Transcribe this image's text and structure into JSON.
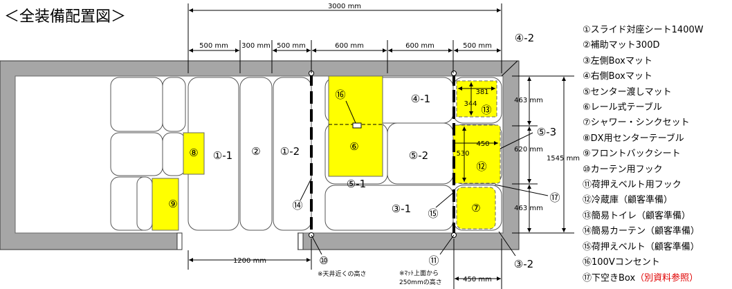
{
  "title": "＜全装備配置図＞",
  "dims": {
    "total": "3000 mm",
    "seg": [
      "500 mm",
      "300 mm",
      "500 mm",
      "600 mm",
      "600 mm",
      "500 mm"
    ],
    "right": [
      "463 mm",
      "620 mm",
      "463 mm"
    ],
    "height": "1545 mm",
    "door": "1200 mm",
    "right_width": "450 mm",
    "toilet_w": "381",
    "toilet_h": "344",
    "fridge_w": "450",
    "fridge_h": "530"
  },
  "labels": {
    "m1_1": "①-1",
    "m2": "②",
    "m1_2": "①-2",
    "m4_1": "④-1",
    "m5_2": "⑤-2",
    "m5_1": "⑤-1",
    "m3_1": "③-1",
    "m6": "⑥",
    "m16": "⑯",
    "m8": "⑧",
    "m9": "⑨",
    "m13": "⑬",
    "m12": "⑫",
    "m7": "⑦",
    "m14": "⑭",
    "m15": "⑮",
    "m4_2": "④-2",
    "m5_3": "⑤-3",
    "m17": "⑰",
    "m3_2": "③-2",
    "m10": "⑩",
    "m11": "⑪"
  },
  "notes": {
    "n10": "※天井近くの高さ",
    "n11a": "※ﾏｯﾄ上面から",
    "n11b": "250mmの高さ"
  },
  "legend": [
    "①スライド対座シート1400W",
    "②補助マット300D",
    "③左側Boxマット",
    "④右側Boxマット",
    "⑤センター渡しマット",
    "⑥レール式テーブル",
    "⑦シャワー・シンクセット",
    "⑧DX用センターテーブル",
    "⑨フロントバックシート",
    "⑩カーテン用フック",
    "⑪荷押えベルト用フック",
    "⑫冷蔵庫（顧客準備）",
    "⑬簡易トイレ（顧客準備）",
    "⑭簡易カーテン（顧客準備）",
    "⑮荷押えベルト（顧客準備）",
    "⑯100Vコンセント",
    "⑰下空きBox"
  ],
  "legend_note": "（別資料参照）",
  "colors": {
    "wall": "#a6a6a6",
    "yellow": "#ffff00",
    "note": "#e00000"
  }
}
